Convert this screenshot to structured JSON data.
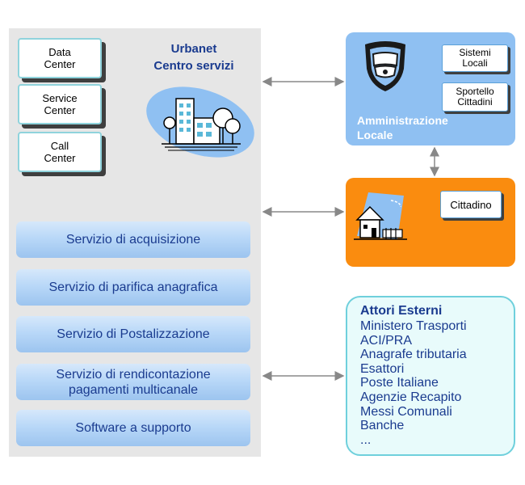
{
  "urbanet": {
    "title": "Urbanet\nCentro servizi",
    "boxes": [
      {
        "label": "Data\nCenter"
      },
      {
        "label": "Service\nCenter"
      },
      {
        "label": "Call\nCenter"
      }
    ],
    "services": [
      {
        "label": "Servizio di acquisizione"
      },
      {
        "label": "Servizio di parifica anagrafica"
      },
      {
        "label": "Servizio di Postalizzazione"
      },
      {
        "label": "Servizio di rendicontazione\npagamenti multicanale"
      },
      {
        "label": "Software a supporto"
      }
    ]
  },
  "amministrazione": {
    "label": "Amministrazione\nLocale",
    "boxes": [
      {
        "label": "Sistemi\nLocali"
      },
      {
        "label": "Sportello\nCittadini"
      }
    ]
  },
  "cittadino": {
    "label": "Cittadino"
  },
  "attori_esterni": {
    "title": "Attori Esterni",
    "items": [
      "Ministero Trasporti",
      "ACI/PRA",
      "Anagrafe tributaria",
      "Esattori",
      "Poste Italiane",
      "Agenzie Recapito",
      "Messi Comunali",
      "Banche",
      "..."
    ]
  },
  "colors": {
    "panel": "#e6e6e6",
    "title_blue": "#1a3b8f",
    "admin_blue": "#8fc0f2",
    "citizen_orange": "#fa8c0f",
    "attori_bg": "#e8fbfb"
  },
  "icons": [
    "city-buildings-icon",
    "police-shield-icon",
    "house-icon"
  ]
}
